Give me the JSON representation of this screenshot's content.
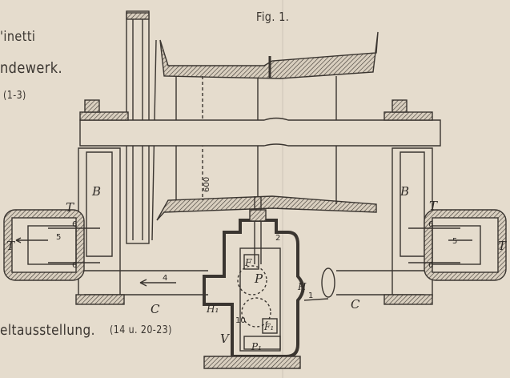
{
  "captions": {
    "line1": "'inetti",
    "line2": "ndewerk.",
    "line3": "(1-3)",
    "line4": "eltausstellung.",
    "line4_ref": "(14 u. 20-23)",
    "figure": "Fig. 1."
  },
  "labels": {
    "B_left": "B",
    "B_right": "B",
    "T_left_top": "T",
    "T_left": "T",
    "T_right_top": "T",
    "T_right": "T",
    "n5_left": "5",
    "n6_left_top": "6",
    "n6_left_bottom": "6",
    "n5_right": "5",
    "n6_right_top": "6",
    "n6_right_bottom": "6",
    "n4": "4",
    "C_left": "C",
    "C_right": "C",
    "dim600": "600",
    "F": "F",
    "P": "P",
    "F1": "F₁",
    "P1": "P₁",
    "H": "H",
    "H1": "H₁",
    "V": "V",
    "n1": "1",
    "n2": "2",
    "n10": "10"
  },
  "colors": {
    "paper": "#e5dccd",
    "ink": "#3a3530"
  }
}
